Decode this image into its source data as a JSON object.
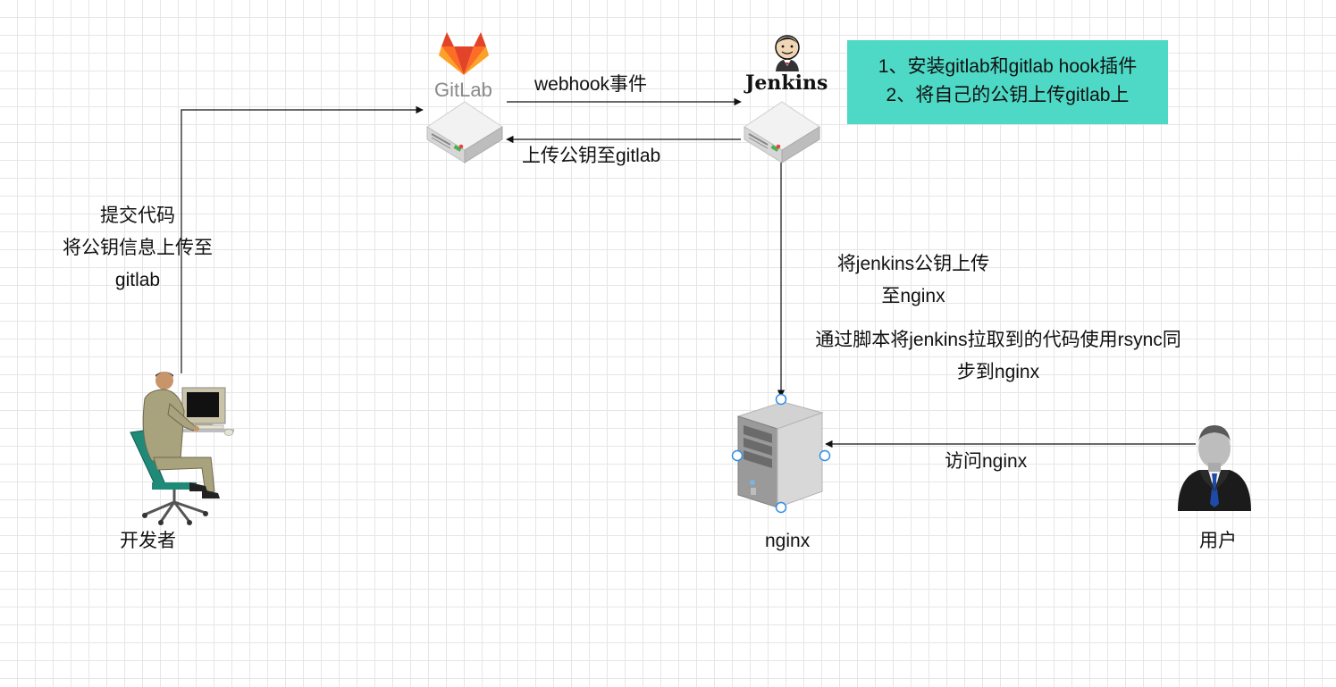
{
  "nodes": {
    "gitlab": {
      "logo_text": "GitLab"
    },
    "jenkins": {
      "logo_text": "Jenkins"
    },
    "developer": {
      "label": "开发者"
    },
    "nginx": {
      "label": "nginx"
    },
    "user": {
      "label": "用户"
    }
  },
  "edges": {
    "webhook": "webhook事件",
    "upload_key_gitlab": "上传公钥至gitlab",
    "commit": "提交代码\n将公钥信息上传至\ngitlab",
    "jenkins_key_nginx": "将jenkins公钥上传\n至nginx",
    "rsync": "通过脚本将jenkins拉取到的代码使用rsync同\n步到nginx",
    "visit": "访问nginx"
  },
  "note": {
    "text": "1、安装gitlab和gitlab hook插件\n2、将自己的公钥上传gitlab上"
  },
  "colors": {
    "note_bg": "#4ed9c6",
    "gitlab_orange": "#fc6d26",
    "gitlab_red": "#e24329",
    "gitlab_yellow": "#fca326",
    "selection_handle": "#2f8de4"
  }
}
